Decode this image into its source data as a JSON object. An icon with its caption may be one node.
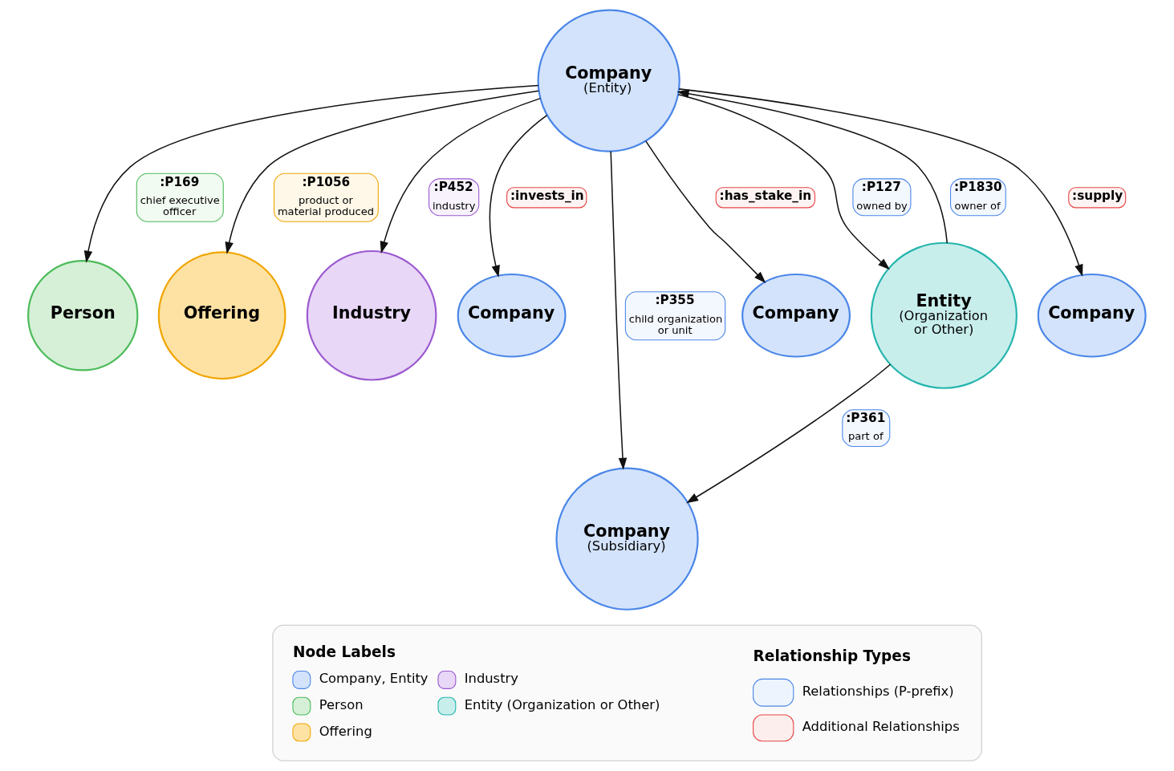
{
  "diagram": {
    "nodes": [
      {
        "text": [
          "Person"
        ]
      },
      {
        "text": [
          "Offering"
        ]
      },
      {
        "text": [
          "Company",
          "(Entity)"
        ]
      },
      {
        "text": [
          "Industry"
        ]
      },
      {
        "text": [
          "Company"
        ]
      },
      {
        "text": [
          "Company",
          "(Subsidiary)"
        ]
      },
      {
        "text": [
          "Company"
        ]
      },
      {
        "text": [
          "Entity",
          "(Organization or Other)"
        ]
      },
      {
        "text": [
          "Company"
        ]
      }
    ],
    "edges": [
      {
        "from": 2,
        "to": 0,
        "arrow": "to",
        "label": ":P169 chief executive officer"
      },
      {
        "from": 2,
        "to": 1,
        "arrow": "to",
        "label": ":P1056 product or material produced"
      },
      {
        "from": 2,
        "to": 3,
        "arrow": "to",
        "label": ":P452 industry"
      },
      {
        "from": 2,
        "to": 5,
        "arrow": "to",
        "label": ":P355 child organization or unit"
      },
      {
        "from": 2,
        "to": 4,
        "arrow": "to",
        "label": ":invests_in"
      },
      {
        "from": 2,
        "to": 7,
        "arrow": "to",
        "label": ":P127 owned by"
      },
      {
        "from": 7,
        "to": 2,
        "arrow": "to",
        "label": ":P1830 owner of"
      },
      {
        "from": 2,
        "to": 6,
        "arrow": "to",
        "label": ":has_stake_in"
      },
      {
        "from": 7,
        "to": 5,
        "arrow": "to",
        "label": ":P361 part of"
      },
      {
        "from": 2,
        "to": 8,
        "arrow": "to",
        "label": ":supply"
      }
    ],
    "labels": [
      "Node Labels",
      "Relationship Types"
    ],
    "legend": [
      {
        "text": "Company, Entity",
        "color": "#d3e3fb"
      },
      {
        "text": "Industry",
        "color": "#e8d7f7"
      },
      {
        "text": "Person",
        "color": "#d5f0d6"
      },
      {
        "text": "Entity (Organization or Other)",
        "color": "#c8eeec"
      },
      {
        "text": "Offering",
        "color": "#fde2a4"
      },
      {
        "text": "Relationships (P-prefix)"
      },
      {
        "text": "Additional Relationships"
      }
    ]
  }
}
